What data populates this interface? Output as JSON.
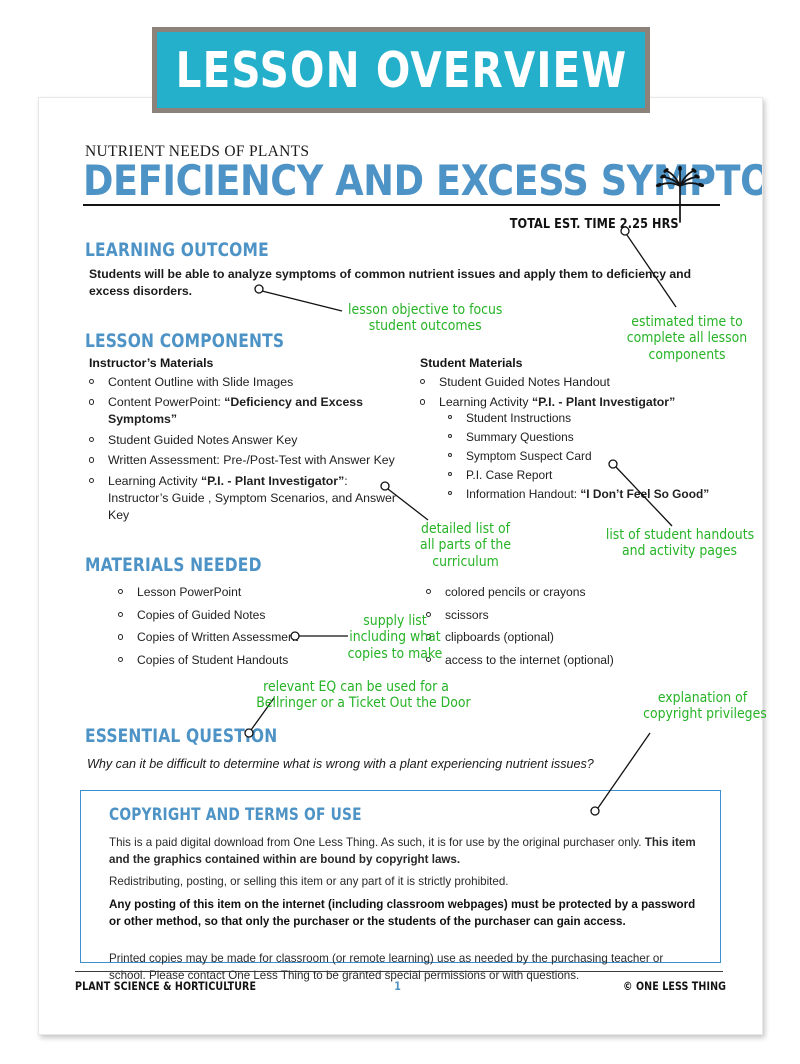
{
  "banner": {
    "title": "LESSON OVERVIEW"
  },
  "doc": {
    "kicker": "NUTRIENT NEEDS OF PLANTS",
    "title": "DEFICIENCY AND EXCESS SYMPTOMS",
    "total_time": "TOTAL EST. TIME 2.25 HRS",
    "plant_icon": "plant-sprout-icon"
  },
  "colors": {
    "banner_bg": "#24AFCB",
    "banner_border": "#8c8279",
    "heading_blue": "#4E93C6",
    "annotation_green": "#27B327",
    "copyright_border": "#3B8FCC"
  },
  "learning_outcome": {
    "heading": "LEARNING OUTCOME",
    "text": "Students will be able to analyze symptoms of common nutrient issues and apply them to deficiency and excess disorders."
  },
  "lesson_components": {
    "heading": "LESSON COMPONENTS",
    "instructor": {
      "column_title": "Instructor’s Materials",
      "items": [
        {
          "text": "Content Outline with Slide Images"
        },
        {
          "pre": "Content PowerPoint: ",
          "bold": "“Deficiency and Excess Symptoms”"
        },
        {
          "text": "Student Guided Notes Answer Key"
        },
        {
          "text": "Written Assessment: Pre-/Post-Test with Answer Key"
        },
        {
          "pre": "Learning Activity ",
          "bold": "“P.I. - Plant Investigator”",
          "post": ": Instructor’s Guide , Symptom Scenarios, and Answer Key"
        }
      ]
    },
    "student": {
      "column_title": "Student Materials",
      "items": [
        {
          "text": "Student Guided Notes Handout"
        },
        {
          "pre": "Learning Activity ",
          "bold": "“P.I. - Plant Investigator”"
        }
      ],
      "sub_items": [
        "Student Instructions",
        "Summary Questions",
        "Symptom Suspect Card",
        "P.I. Case Report"
      ],
      "sub_last": {
        "pre": "Information Handout: ",
        "bold": "“I Don’t Feel So Good”"
      }
    }
  },
  "materials_needed": {
    "heading": "MATERIALS NEEDED",
    "left": [
      "Lesson PowerPoint",
      "Copies of Guided Notes",
      "Copies of Written Assessment",
      "Copies of Student Handouts"
    ],
    "right": [
      "colored pencils or crayons",
      "scissors",
      "clipboards (optional)",
      "access to the internet (optional)"
    ]
  },
  "essential_question": {
    "heading": "ESSENTIAL QUESTION",
    "text": "Why can it be difficult to determine what is wrong with a plant experiencing nutrient issues?"
  },
  "copyright": {
    "heading": "COPYRIGHT AND TERMS OF USE",
    "p1_normal": "This is a paid digital download from One Less Thing. As such, it is for use by the original purchaser only.",
    "p1_bold": "This item and the graphics contained within are bound by copyright laws.",
    "p2": "Redistributing, posting, or selling this item or any part of it is strictly prohibited.",
    "p3": "Any posting of this item on the internet (including classroom webpages) must be protected by a password or other method, so that only the purchaser or the students of the purchaser can gain access.",
    "p4": "Printed copies may be made for classroom (or remote learning) use as needed by the purchasing teacher or school. Please contact One Less Thing to be granted special permissions or with questions."
  },
  "footer": {
    "left": "PLANT SCIENCE & HORTICULTURE",
    "page": "1",
    "right": "© ONE LESS THING"
  },
  "annotations": [
    {
      "id": "a1",
      "line1": "lesson objective to focus",
      "line2": "student  outcomes"
    },
    {
      "id": "a2",
      "line1": "estimated time to",
      "line2": "complete all lesson",
      "line3": "components"
    },
    {
      "id": "a3",
      "line1": "detailed list of",
      "line2": "all parts of the",
      "line3": "curriculum"
    },
    {
      "id": "a4",
      "line1": "list of student handouts",
      "line2": "and activity pages"
    },
    {
      "id": "a5",
      "line1": "supply list",
      "line2": "including what",
      "line3": "copies to make"
    },
    {
      "id": "a6",
      "line1": "relevant EQ can be used for a",
      "line2": "Bellringer or a Ticket Out the Door"
    },
    {
      "id": "a7",
      "line1": "explanation of",
      "line2": "copyright privileges"
    }
  ]
}
